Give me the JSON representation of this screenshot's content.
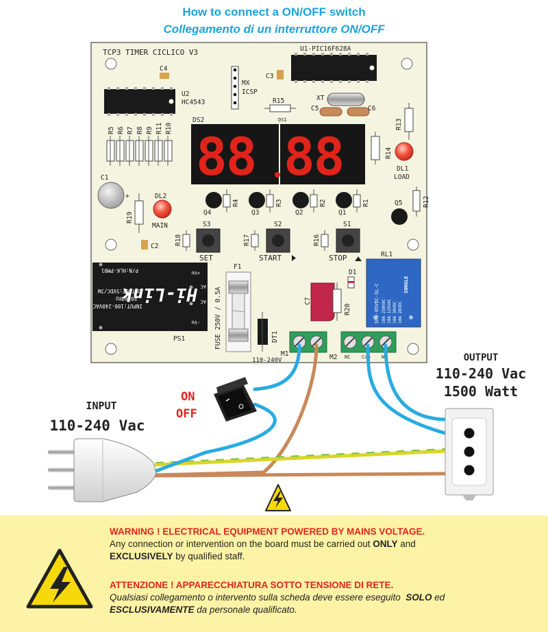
{
  "header": {
    "title_en": "How to connect a ON/OFF switch",
    "title_it": "Collegamento di un interruttore ON/OFF"
  },
  "board": {
    "name": "TCP3 TIMER CICLICO V3",
    "mcu": "U1-PIC16F628A",
    "components": {
      "c4": "C4",
      "c3": "C3",
      "u2": "U2",
      "u2_part": "HC4543",
      "mx": "MX",
      "icsp": "ICSP",
      "r15": "R15",
      "xt": "XT",
      "c5": "C5",
      "c6": "C6",
      "ds2": "DS2",
      "ds1": "DS1",
      "r13": "R13",
      "r14": "R14",
      "dl1": "DL1",
      "load": "LOAD",
      "r_array": [
        "R5",
        "R6",
        "R7",
        "R8",
        "R9",
        "R11",
        "R10"
      ],
      "c1": "C1",
      "dl2": "DL2",
      "main": "MAIN",
      "r19": "R19",
      "c2": "C2",
      "q4": "Q4",
      "r4": "R4",
      "q3": "Q3",
      "r3": "R3",
      "q2": "Q2",
      "r2": "R2",
      "q1": "Q1",
      "r1": "R1",
      "r12": "R12",
      "q5": "Q5",
      "s3": "S3",
      "s2": "S2",
      "s1": "S1",
      "r18": "R18",
      "r17": "R17",
      "r16": "R16",
      "set": "SET",
      "start": "START",
      "stop": "STOP",
      "rl1": "RL1",
      "f1": "F1",
      "d1": "D1",
      "c7": "C7",
      "r20": "R20",
      "dt1": "DT1",
      "ps1": "PS1",
      "fuse_label": "FUSE 250V / 0.5A",
      "m1": "M1",
      "m2": "M2",
      "m1_voltage": "110-240V",
      "nc": "NC",
      "com": "Com",
      "no": "NO"
    },
    "display_digits": "88.88",
    "psu": {
      "brand": "Hi-Link",
      "pn": "P/N:HLK-PM01",
      "input": "INPUT:100-240VAC",
      "freq": "50-60Hz",
      "output": "OUTPUT:5VDC/3W",
      "ac": "AC",
      "vo_plus": "+Vo",
      "vo_minus": "-Vo"
    },
    "relay": {
      "brand": "SONGLE",
      "model": "SRD-05VDC-SL-C",
      "ratings": [
        "10A 250VAC",
        "10A 125VAC",
        "10A 30VDC",
        "10A 28VDC"
      ]
    }
  },
  "switch": {
    "on": "ON",
    "off": "OFF"
  },
  "input": {
    "label": "INPUT",
    "voltage": "110-240 Vac"
  },
  "output": {
    "label": "OUTPUT",
    "voltage": "110-240 Vac",
    "power": "1500 Watt"
  },
  "warning": {
    "en_title": "WARNING ! ELECTRICAL EQUIPMENT POWERED BY MAINS VOLTAGE.",
    "en_text1": "Any connection or intervention on the board must be carried out ",
    "en_only": "ONLY",
    "en_and": " and",
    "en_exclusively": "EXCLUSIVELY",
    "en_text2": " by qualified staff.",
    "it_title": "ATTENZIONE ! APPARECCHIATURA SOTTO TENSIONE DI RETE.",
    "it_text1": "Qualsiasi collegamento o intervento sulla scheda deve essere eseguito  ",
    "it_solo": "SOLO",
    "it_ed": " ed",
    "it_esclusivamente": "ESCLUSIVAMENTE",
    "it_text2": " da personale qualificato."
  },
  "colors": {
    "board": "#f4f4e0",
    "accent_blue": "#1aa3dc",
    "wire_brown": "#c8895a",
    "wire_blue": "#29abe2",
    "wire_yellow": "#d8d62a",
    "wire_green": "#7cc242",
    "led_red": "#e8352a",
    "terminal_green": "#2e9e5a",
    "warning_bg": "#fdf3a6",
    "warning_red": "#e2231a"
  }
}
